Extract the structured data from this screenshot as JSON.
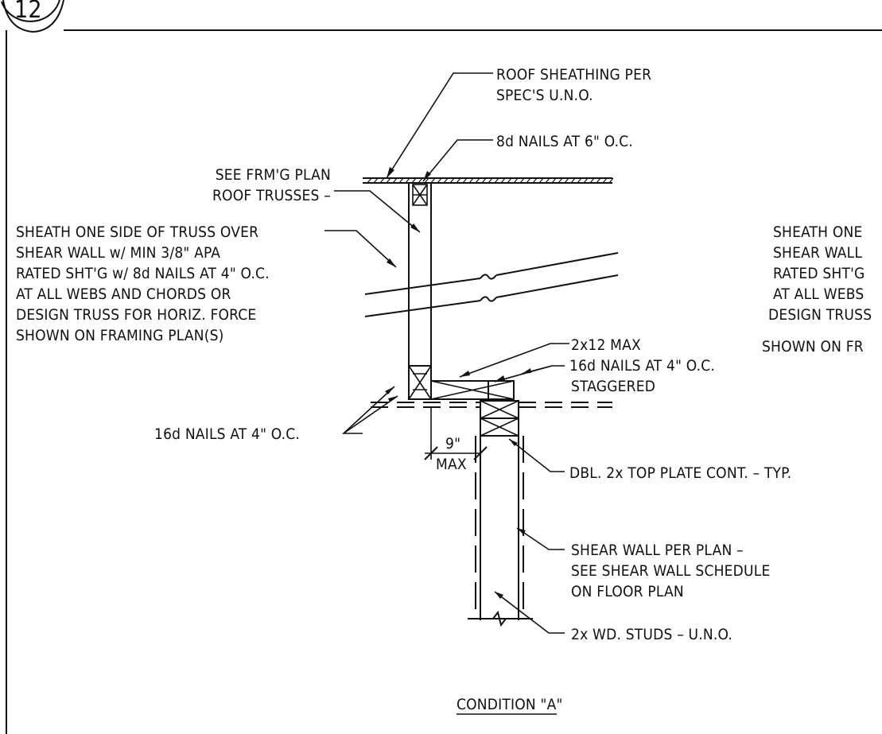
{
  "detail_number": "12",
  "labels": {
    "roof_sheathing": [
      "ROOF SHEATHING PER",
      "SPEC'S U.N.O."
    ],
    "nails_8d": "8d NAILS AT 6\" O.C.",
    "roof_trusses": [
      "SEE FRM'G PLAN",
      "ROOF TRUSSES –"
    ],
    "sheath_note_left": [
      "SHEATH ONE SIDE OF TRUSS OVER",
      "SHEAR WALL w/ MIN 3/8\" APA",
      "RATED SHT'G w/ 8d NAILS AT 4\" O.C.",
      "AT ALL WEBS AND CHORDS  OR",
      "DESIGN TRUSS FOR HORIZ. FORCE",
      "SHOWN ON FRAMING PLAN(S)"
    ],
    "sheath_note_right": [
      "SHEATH ONE",
      "SHEAR WALL",
      "RATED SHT'G",
      "AT ALL WEBS",
      "DESIGN TRUSS",
      "SHOWN ON FR"
    ],
    "blocking": "2x12 MAX",
    "nails_16d_staggered": [
      "16d NAILS AT 4\" O.C.",
      "STAGGERED"
    ],
    "nails_16d": "16d NAILS AT 4\" O.C.",
    "dim_value": "9\"",
    "dim_max": "MAX",
    "top_plate": "DBL. 2x TOP PLATE CONT. – TYP.",
    "shear_wall": [
      "SHEAR WALL PER PLAN –",
      "SEE SHEAR WALL SCHEDULE",
      "ON FLOOR PLAN"
    ],
    "studs": "2x WD. STUDS – U.N.O.",
    "condition_title": "CONDITION \"A\""
  }
}
